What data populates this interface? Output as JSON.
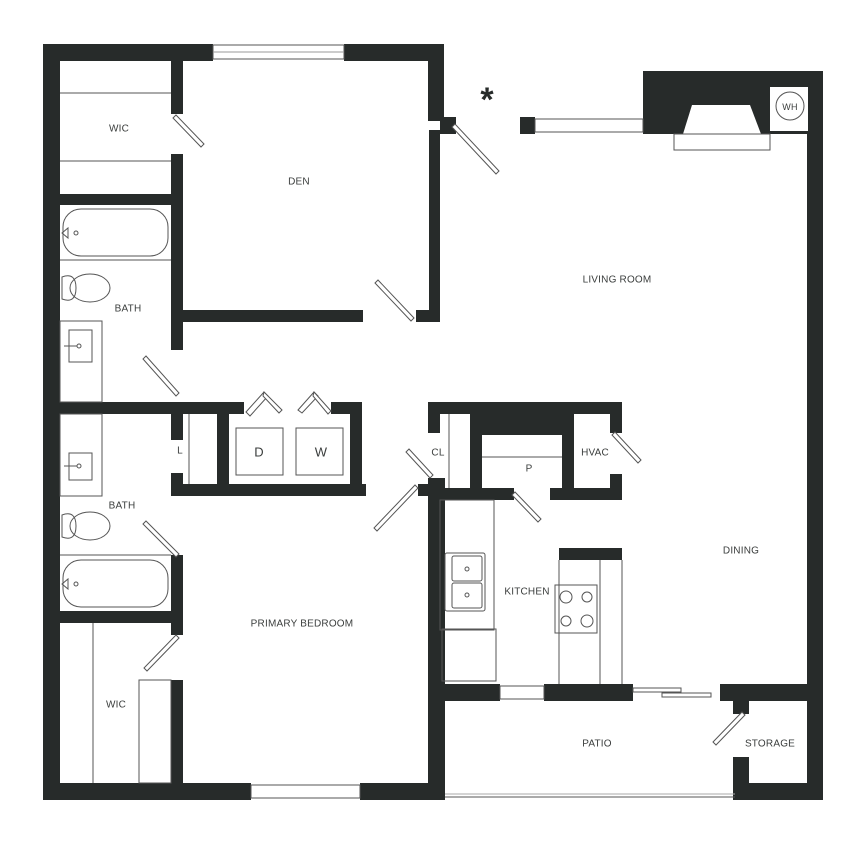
{
  "floorplan": {
    "colors": {
      "wall": "#272b2a",
      "line": "#555555",
      "text": "#3a3d3c",
      "background": "#ffffff"
    },
    "entry_marker": "*",
    "rooms": {
      "wic_top": "WIC",
      "den": "DEN",
      "bath_top": "BATH",
      "living_room": "LIVING ROOM",
      "linen": "L",
      "dryer": "D",
      "washer": "W",
      "coat_closet": "CL",
      "pantry": "P",
      "hvac": "HVAC",
      "bath_bottom": "BATH",
      "kitchen": "KITCHEN",
      "dining": "DINING",
      "primary_bedroom": "PRIMARY BEDROOM",
      "wic_bottom": "WIC",
      "patio": "PATIO",
      "storage": "STORAGE"
    },
    "fixtures": {
      "water_heater": "WH"
    }
  }
}
